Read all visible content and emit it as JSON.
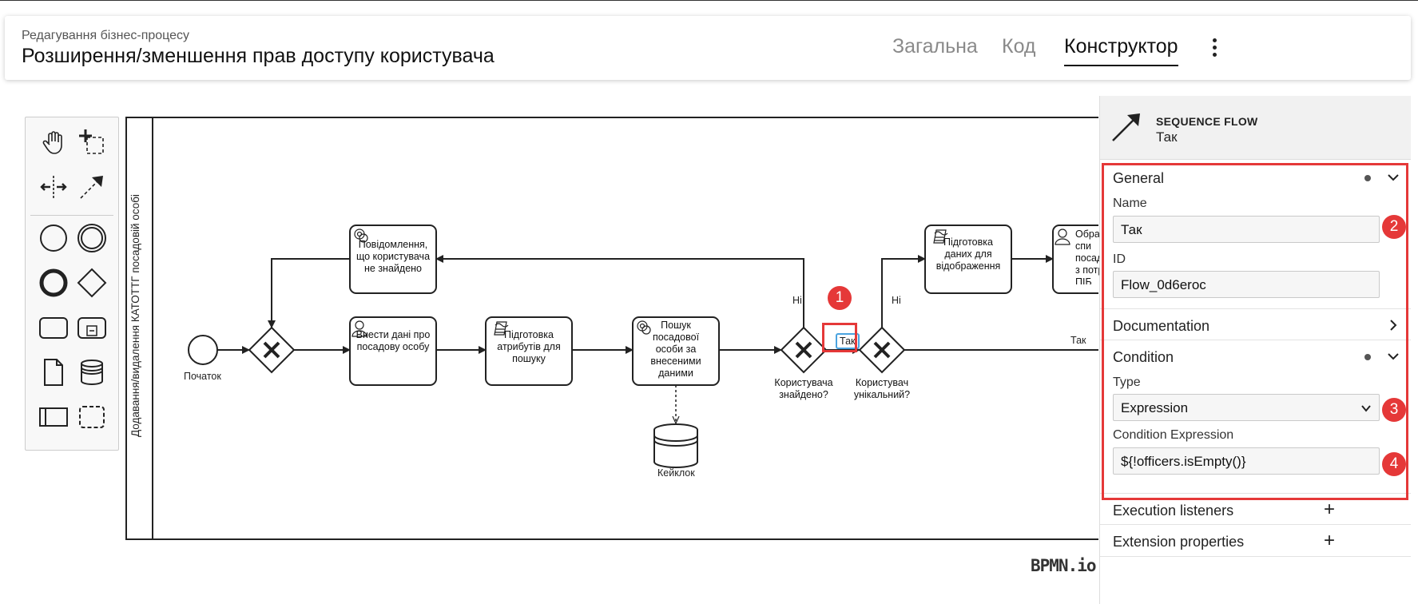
{
  "header": {
    "subtitle": "Редагування бізнес-процесу",
    "title": "Розширення/зменшення прав доступу користувача",
    "tabs": [
      {
        "label": "Загальна",
        "active": false
      },
      {
        "label": "Код",
        "active": false
      },
      {
        "label": "Конструктор",
        "active": true
      }
    ]
  },
  "palette": {
    "tools": [
      "hand-tool-icon",
      "lasso-tool-icon",
      "space-tool-icon",
      "connect-tool-icon",
      "start-event-icon",
      "intermediate-event-icon",
      "end-event-icon",
      "gateway-icon",
      "task-icon",
      "subprocess-icon",
      "data-object-icon",
      "data-store-icon",
      "pool-icon",
      "group-icon"
    ]
  },
  "diagram": {
    "lane_label": "Додавання/видалення КАТОТТГ посадовій особі",
    "start_event": "Початок",
    "tasks": {
      "notify_not_found": "Повідомлення, що користувача не знайдено",
      "enter_data": "Внести дані про посадову особу",
      "prepare_attrs": "Підготовка атрибутів для пошуку",
      "search_officer": "Пошук посадової особи за внесеними даними",
      "prepare_display": "Підготовка даних для відображення",
      "select_partial": "Обрат спи посадов з потрі ПІБ"
    },
    "gateways": {
      "user_found": "Користувача знайдено?",
      "user_unique": "Користувач унікальний?"
    },
    "data_store": "Кейклок",
    "flow_labels": {
      "no_1": "Ні",
      "yes_1": "Так",
      "no_2": "Ні",
      "yes_2": "Так"
    },
    "watermark": "BPMN.io"
  },
  "panel": {
    "element_type": "SEQUENCE FLOW",
    "element_name": "Так",
    "groups": {
      "general": "General",
      "documentation": "Documentation",
      "condition": "Condition",
      "execution_listeners": "Execution listeners",
      "extension_properties": "Extension properties"
    },
    "fields": {
      "name_label": "Name",
      "name_value": "Так",
      "id_label": "ID",
      "id_value": "Flow_0d6eroc",
      "type_label": "Type",
      "type_value": "Expression",
      "expr_label": "Condition Expression",
      "expr_value": "${!officers.isEmpty()}"
    }
  },
  "annotations": {
    "badges": [
      "1",
      "2",
      "3",
      "4"
    ],
    "highlight_color": "#e53838"
  }
}
